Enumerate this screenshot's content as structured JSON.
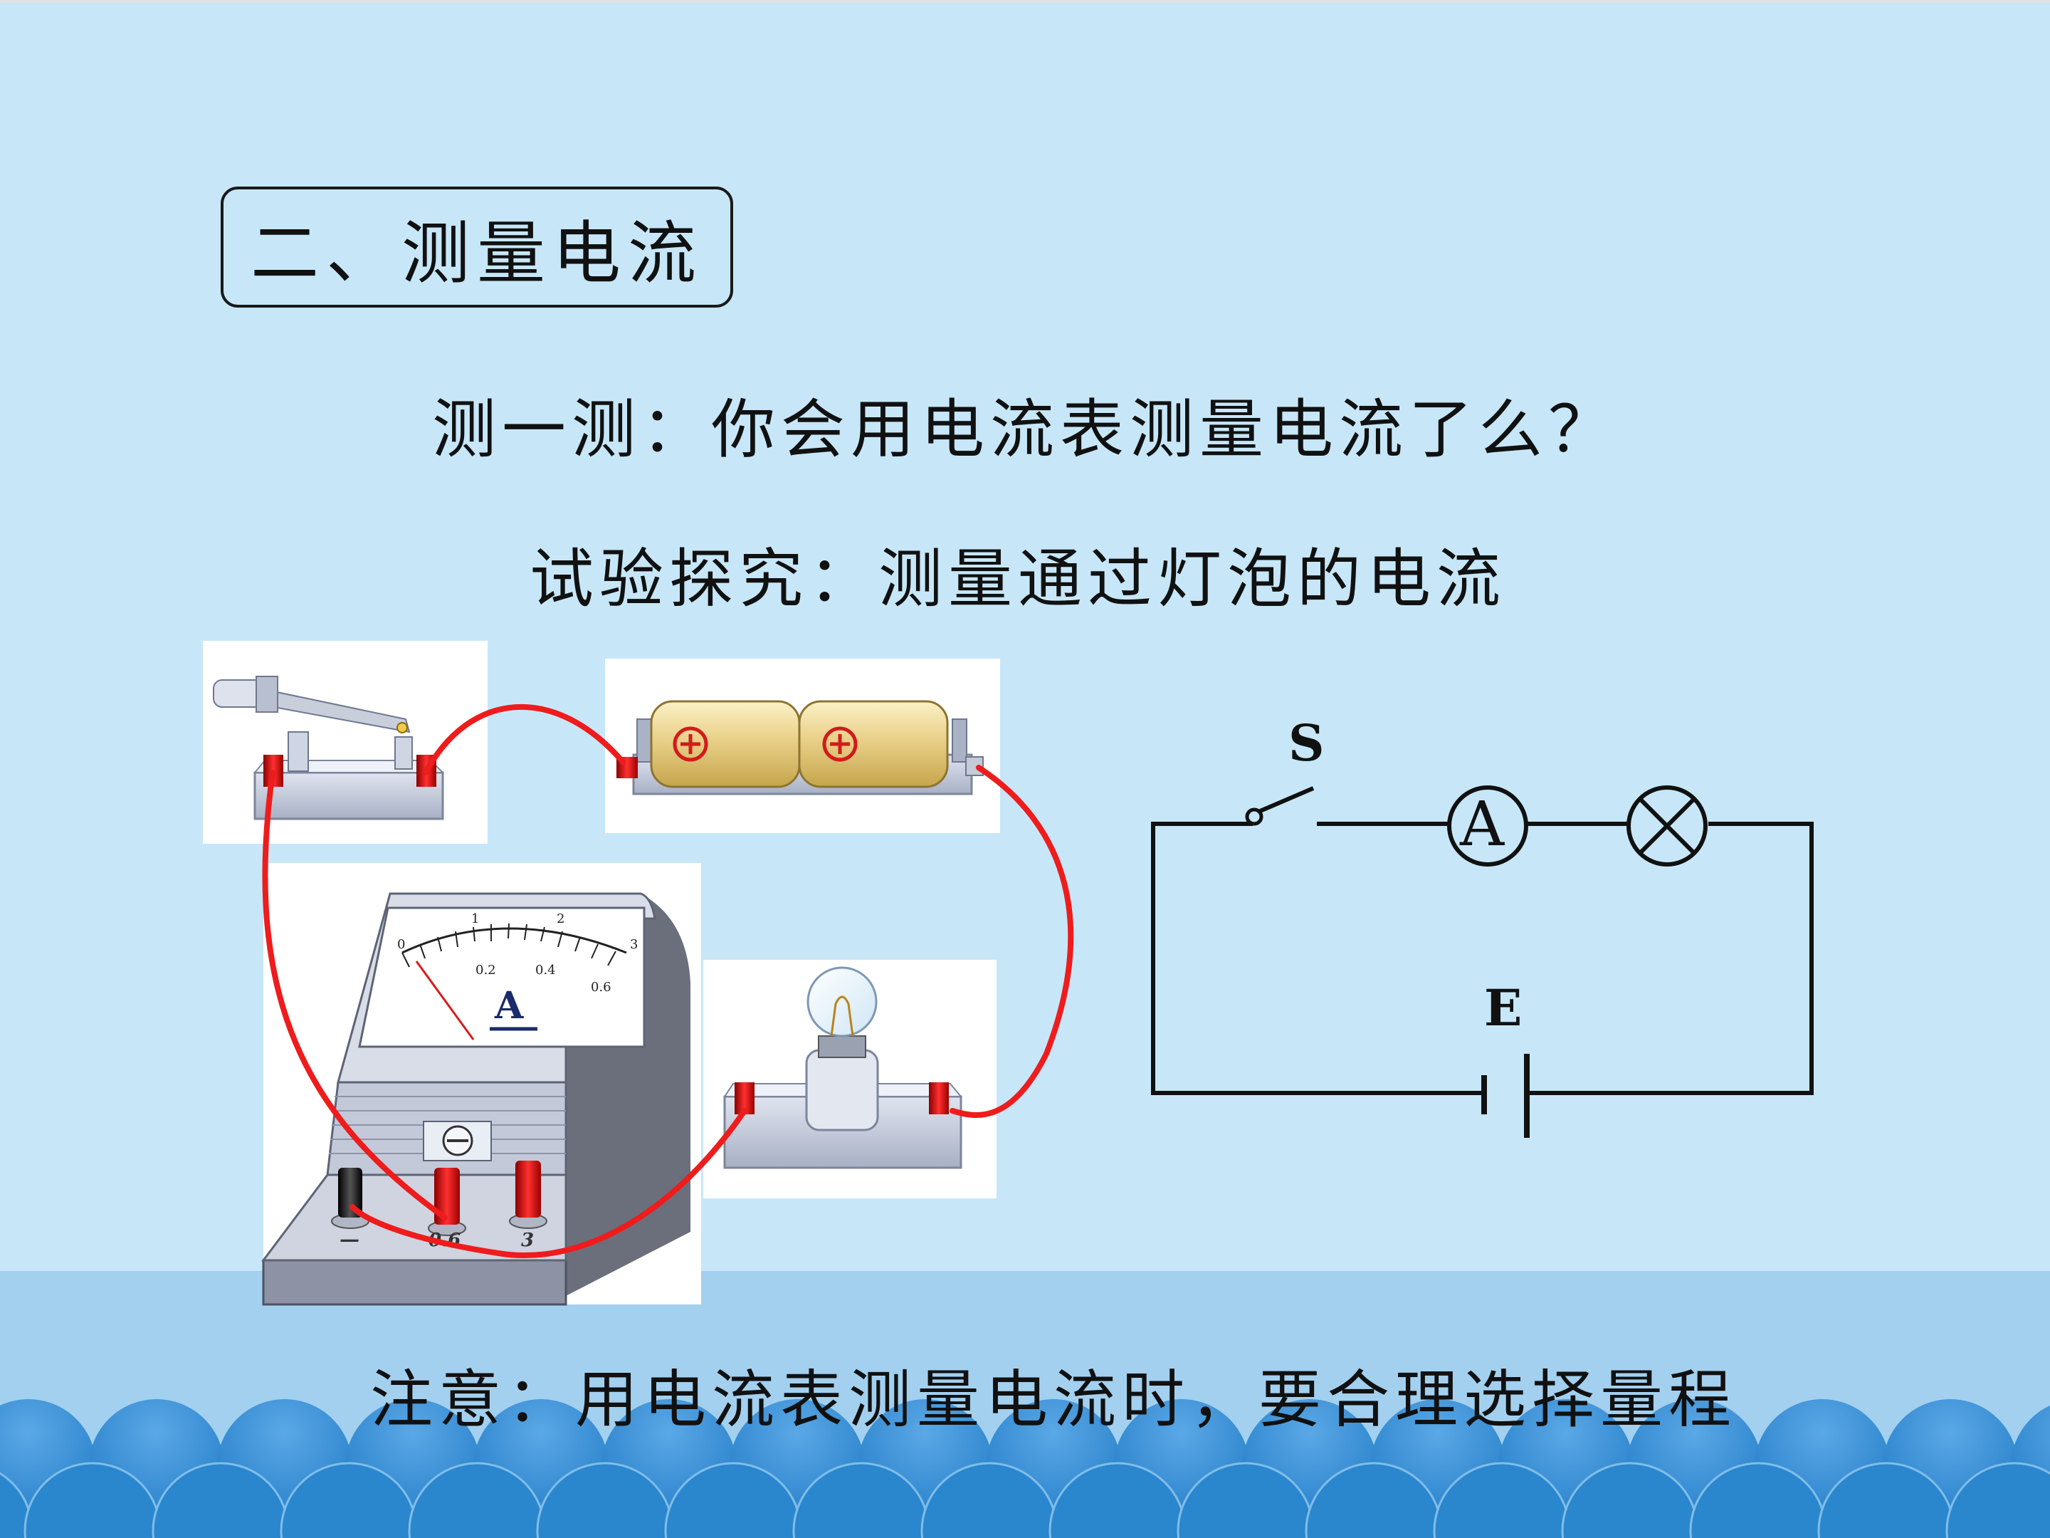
{
  "section_title": "二、测量电流",
  "prompt_line": "测一测：你会用电流表测量电流了么？",
  "experiment_line": "试验探究：测量通过灯泡的电流",
  "note_line": "注意：用电流表测量电流时，要合理选择量程",
  "ammeter": {
    "unit": "A",
    "upper_scale": [
      "0",
      "1",
      "2",
      "3"
    ],
    "lower_scale": [
      "0.2",
      "0.4",
      "0.6"
    ],
    "terminal_labels": [
      "—",
      "0.6",
      "3"
    ]
  },
  "circuit_labels": {
    "switch": "S",
    "ammeter": "A",
    "battery": "E"
  },
  "colors": {
    "background": "#c7e7f8",
    "wave_light": "#9fcdee",
    "wave_dark": "#2b86cc",
    "wire": "#ee1c1c"
  }
}
